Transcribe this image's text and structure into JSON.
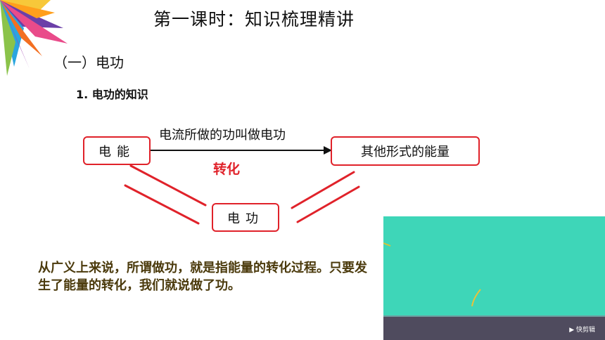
{
  "title": "第一课时：知识梳理精讲",
  "section_heading": "（一）电功",
  "subheading": "1. 电功的知识",
  "diagram": {
    "box_left": "电能",
    "box_right": "其他形式的能量",
    "box_bottom": "电功",
    "arrow_label": "电流所做的功叫做电功",
    "conversion_label": "转化"
  },
  "paragraph": "从广义上来说，所谓做功，就是指能量的转化过程。只要发生了能量的转化，我们就说做了功。",
  "video": {
    "brand_icon": "play-icon",
    "brand_label": "快剪辑"
  },
  "colors": {
    "box_border": "#e0222a",
    "conversion_text": "#e0222a",
    "paragraph_text": "#4b3a0c",
    "video_background": "#3ed6b8",
    "video_bar": "#4f4b5e"
  }
}
